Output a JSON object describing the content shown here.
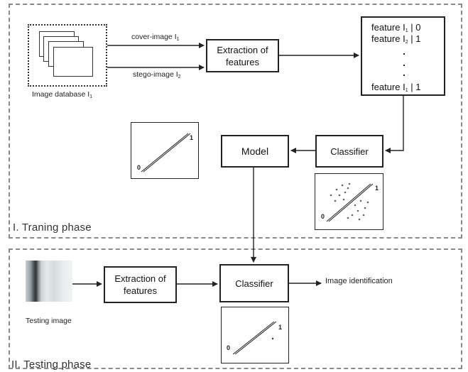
{
  "training": {
    "phase_label": "I. Traning phase",
    "db_caption": "Image database I",
    "db_caption_sub": "1",
    "cover_label": "cover-image I",
    "cover_sub": "1",
    "stego_label": "stego-image I",
    "stego_sub": "2",
    "extraction_label": "Extraction of features",
    "features": [
      {
        "text": "feature I",
        "sub": "1",
        "tail": " | 0"
      },
      {
        "text": "feature I",
        "sub": "2",
        "tail": " | 1"
      },
      {
        "text": "feature I",
        "sub": "1",
        "tail": " | 1"
      }
    ],
    "classifier_label": "Classifier",
    "model_label": "Model",
    "plot_zero": "0",
    "plot_one": "1"
  },
  "testing": {
    "phase_label": "II. Testing phase",
    "testing_image_caption": "Testing image",
    "extraction_label": "Extraction of features",
    "classifier_label": "Classifier",
    "output_label": "Image identification",
    "plot_zero": "0",
    "plot_one": "1"
  },
  "colors": {
    "line": "#222222",
    "phase_border": "#8a8a8a"
  }
}
